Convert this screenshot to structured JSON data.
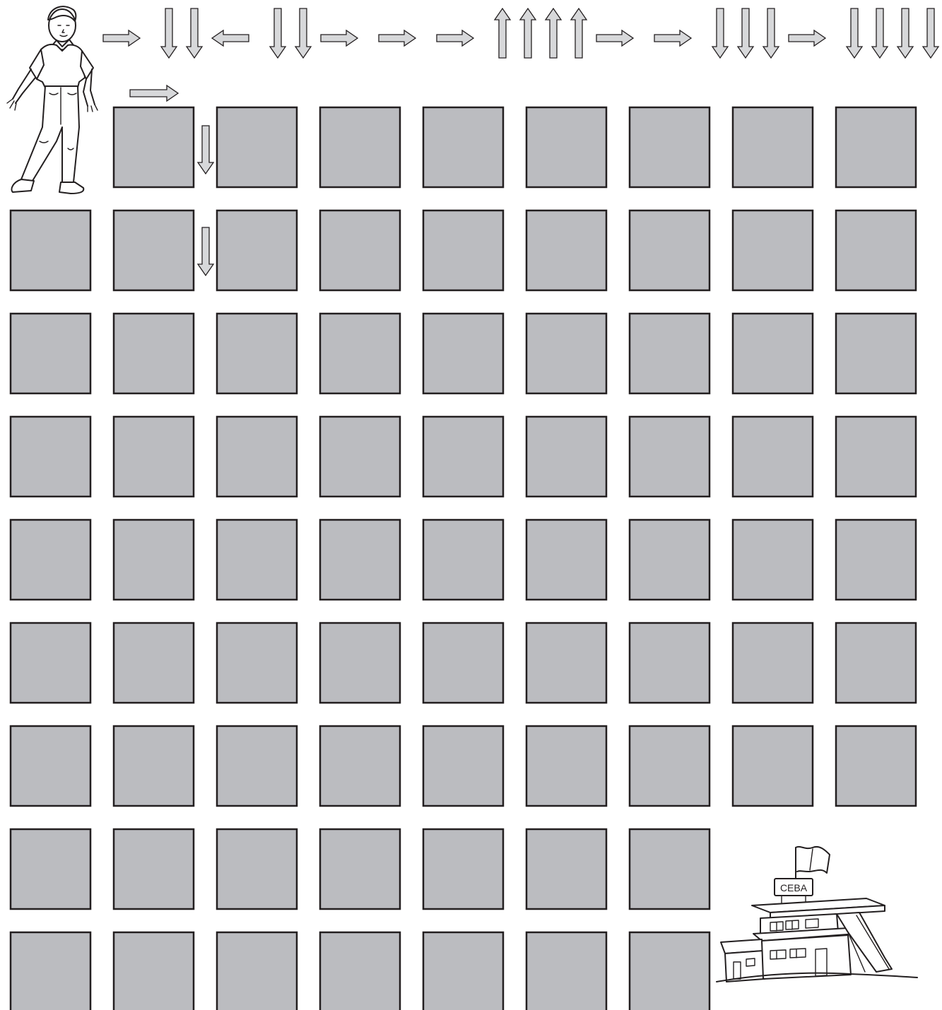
{
  "instruction_arrows": [
    "right",
    "down",
    "down",
    "left",
    "down",
    "down",
    "right",
    "right",
    "right",
    "up",
    "up",
    "up",
    "up",
    "right",
    "right",
    "down",
    "down",
    "down",
    "right",
    "down",
    "down",
    "down",
    "down"
  ],
  "example_path": [
    "right",
    "down",
    "down"
  ],
  "grid": {
    "columns": 9,
    "row_lengths": [
      8,
      9,
      9,
      9,
      9,
      9,
      9,
      7,
      7
    ],
    "first_row_starts_at_column": 1
  },
  "start": {
    "icon": "boy-figure-icon"
  },
  "goal": {
    "icon": "school-building-icon",
    "sign_text": "CEBA"
  },
  "colors": {
    "tile": "#bbbcc0",
    "tile_border": "#231f20",
    "arrow_fill": "#d7d8da",
    "background": "#ffffff"
  }
}
